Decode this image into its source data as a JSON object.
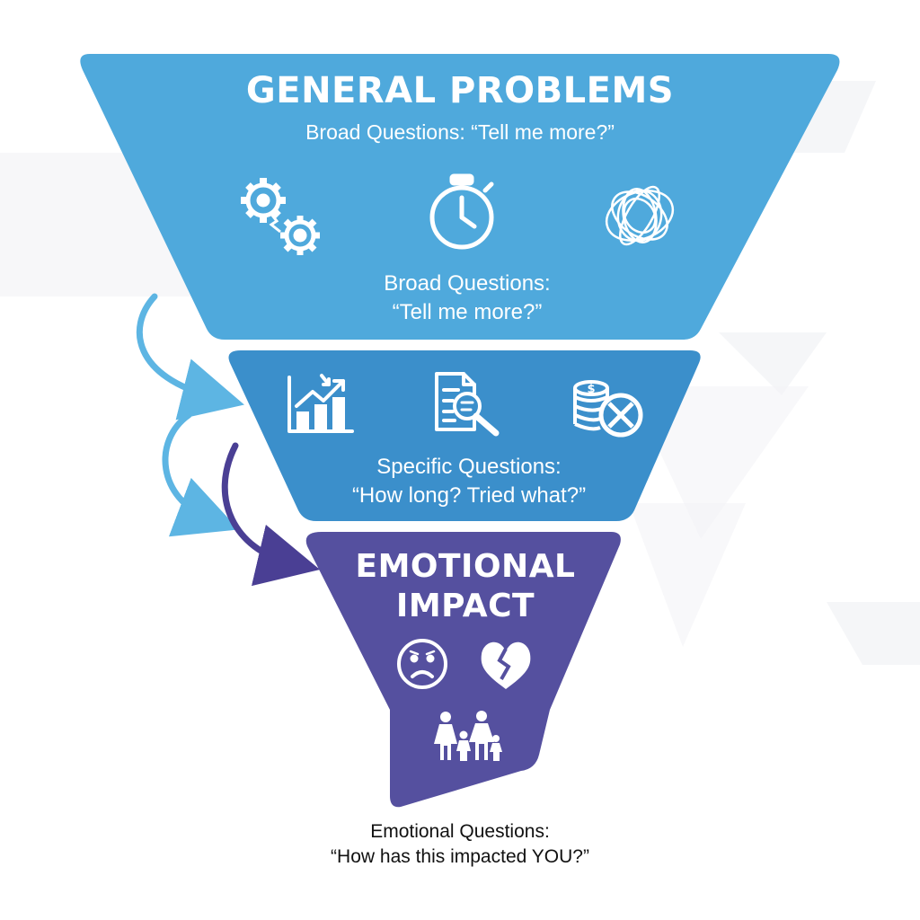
{
  "funnel": {
    "top": {
      "title": "GENERAL PROBLEMS",
      "subtitle": "Broad Questions: “Tell me more?”",
      "caption_line1": "Broad Questions:",
      "caption_line2": "“Tell me more?”",
      "color": "#4fa9dc",
      "icons": [
        "broken-gears-icon",
        "stopwatch-icon",
        "tangled-knot-icon"
      ]
    },
    "middle": {
      "caption_line1": "Specific Questions:",
      "caption_line2": "“How long? Tried what?”",
      "color": "#3b8fcb",
      "icons": [
        "bar-chart-trend-icon",
        "document-search-icon",
        "coins-cancel-icon"
      ]
    },
    "bottom": {
      "title_line1": "EMOTIONAL",
      "title_line2": "IMPACT",
      "color": "#55509f",
      "icons": [
        "sad-face-icon",
        "broken-heart-icon",
        "family-icon"
      ]
    }
  },
  "footer": {
    "line1": "Emotional Questions:",
    "line2": "“How has this impacted YOU?”"
  },
  "arrows": {
    "light_color": "#5db5e3",
    "dark_color": "#4a3f94"
  }
}
